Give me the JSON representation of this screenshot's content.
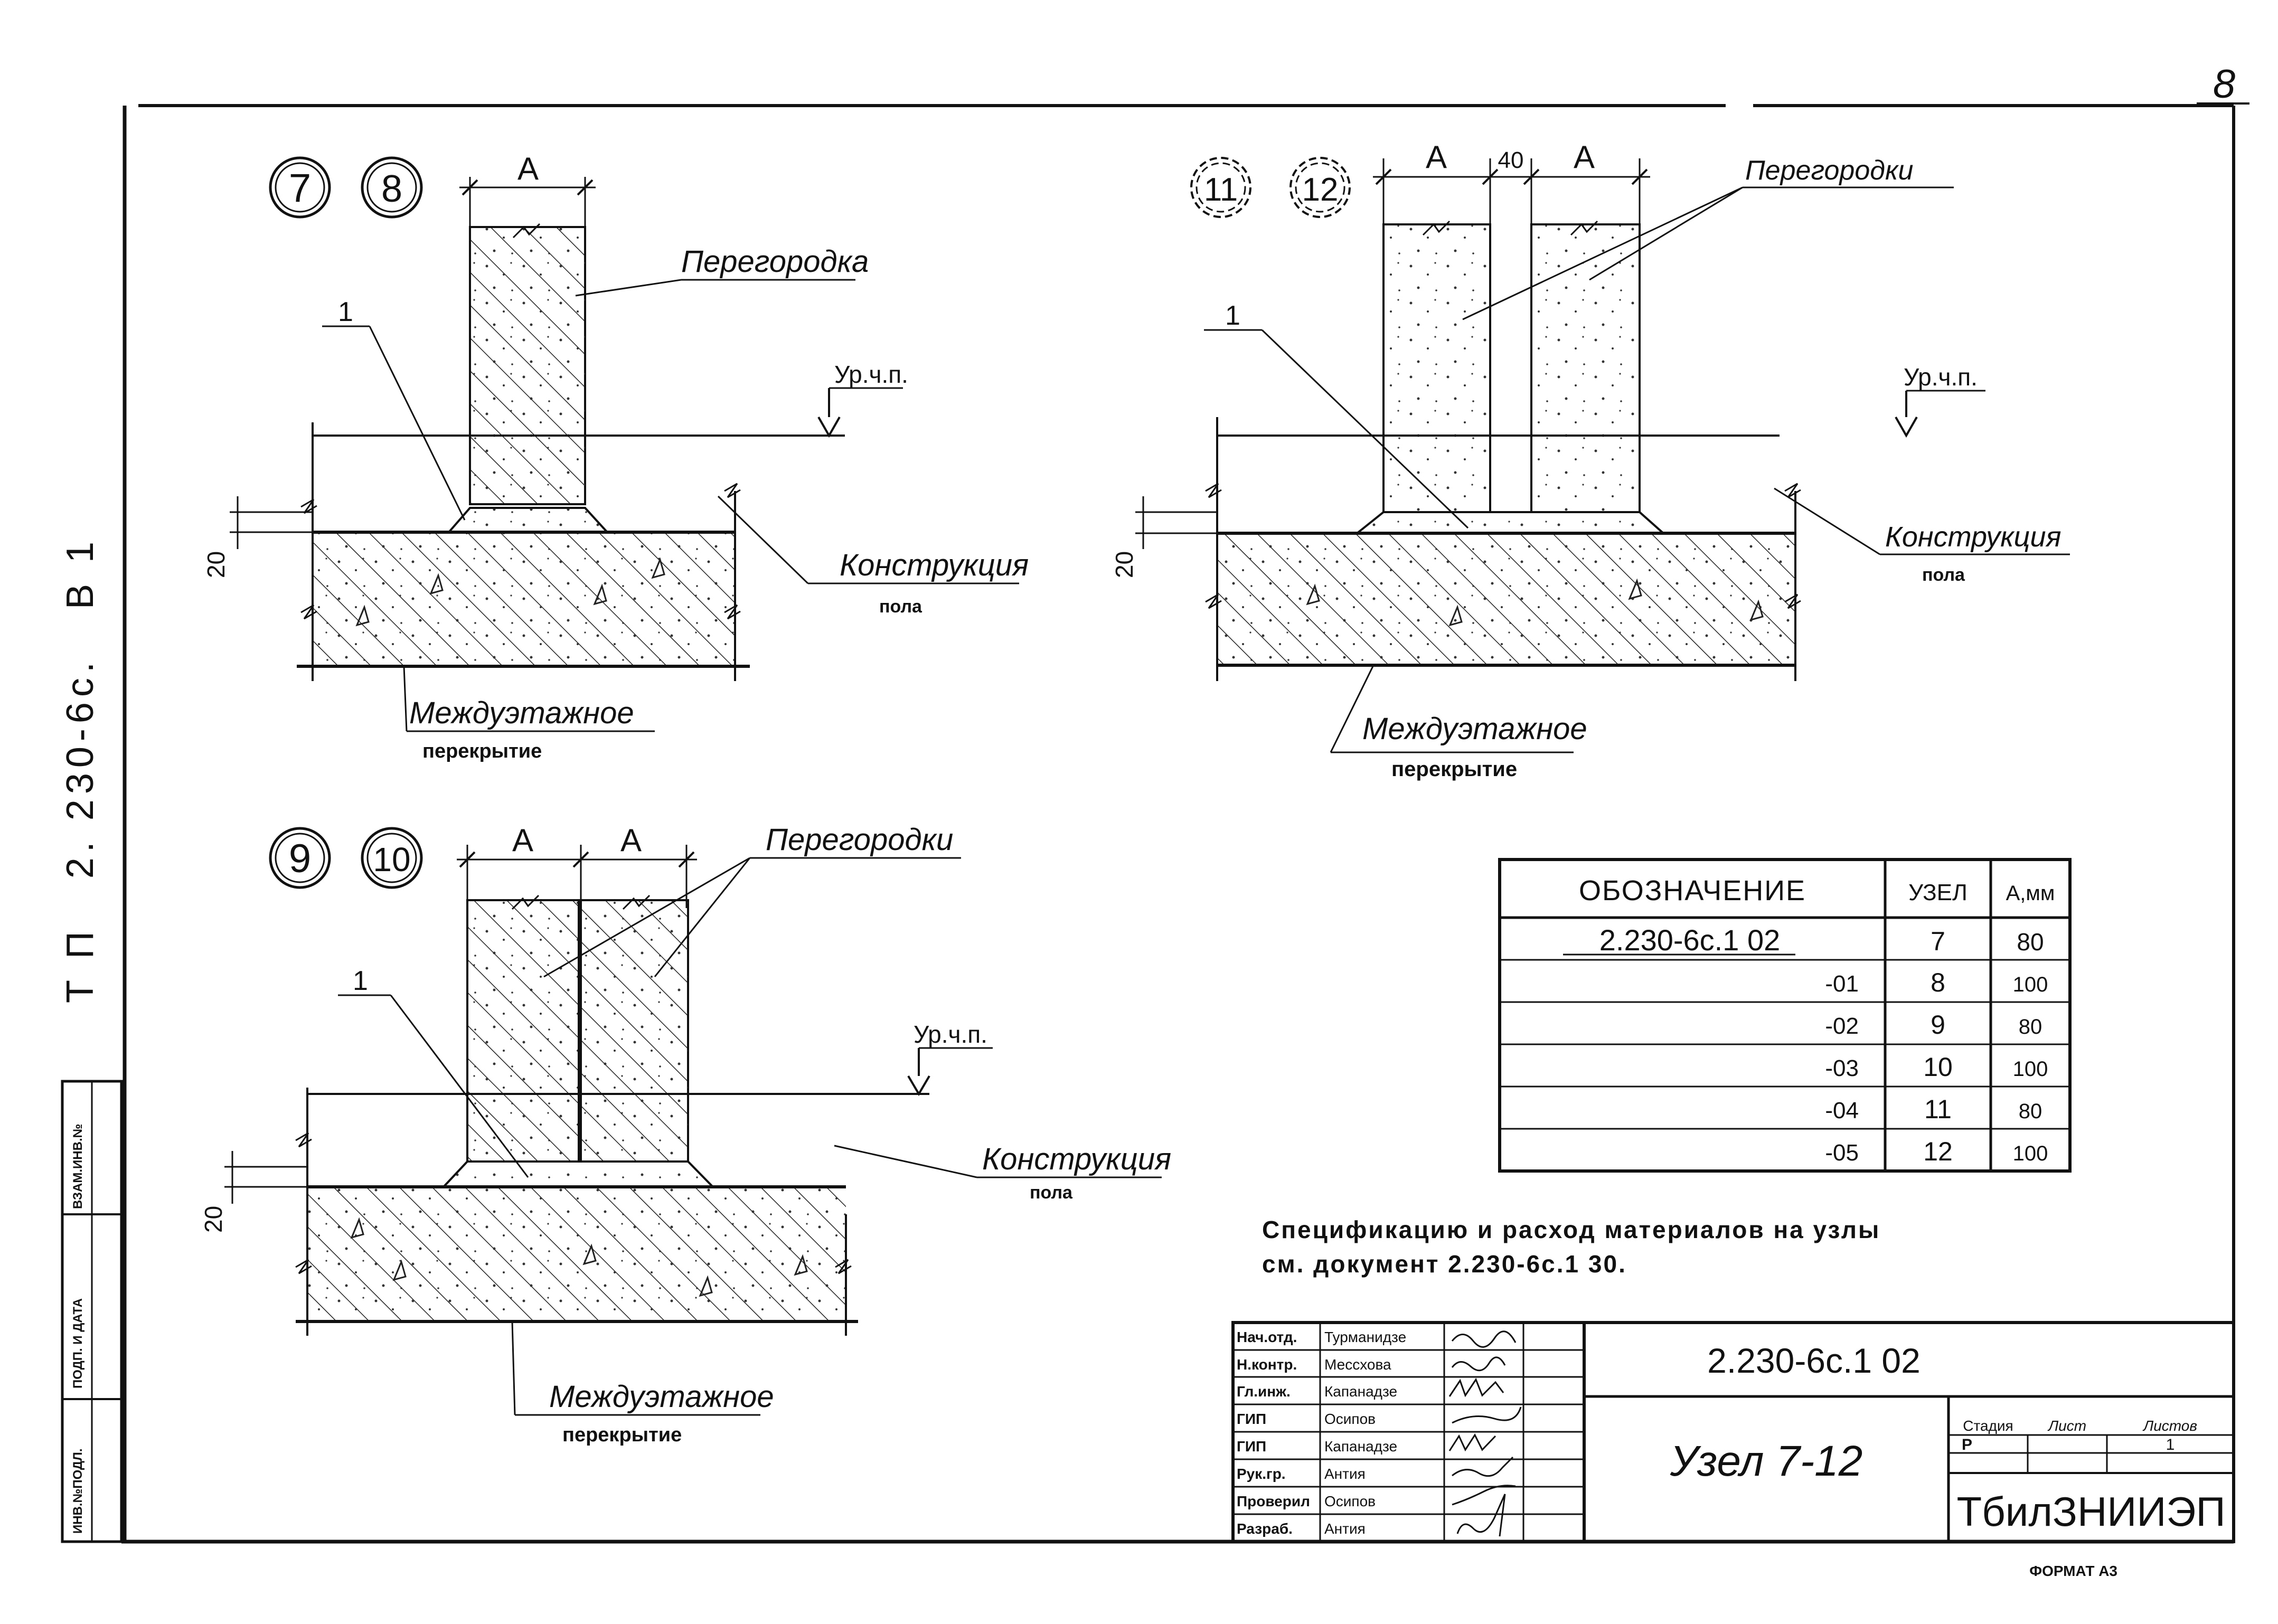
{
  "page": {
    "sheet_number": "8",
    "format": "ФОРМАТ А3"
  },
  "side_code": {
    "text": "Т П   2. 230-6с.   В 1"
  },
  "side_stamp": {
    "col1": "ВЗАМ.ИНВ.№",
    "col2": "ПОДП. И ДАТА",
    "col3": "ИНВ.№ПОДЛ."
  },
  "details": {
    "d78": {
      "nums": [
        "7",
        "8"
      ],
      "dim_a": "А",
      "pos": "1",
      "label_partition": "Перегородка",
      "level": "Ур.ч.п.",
      "label_floor_1": "Конструкция",
      "label_floor_2": "пола",
      "label_slab_1": "Междуэтажное",
      "label_slab_2": "перекрытие",
      "dim_20": "20"
    },
    "d910": {
      "nums": [
        "9",
        "10"
      ],
      "dim_a1": "А",
      "dim_a2": "А",
      "pos": "1",
      "label_partition": "Перегородки",
      "level": "Ур.ч.п.",
      "label_floor_1": "Конструкция",
      "label_floor_2": "пола",
      "label_slab_1": "Междуэтажное",
      "label_slab_2": "перекрытие",
      "dim_20": "20"
    },
    "d1112": {
      "nums": [
        "11",
        "12"
      ],
      "dim_a1": "А",
      "dim_40": "40",
      "dim_a2": "А",
      "pos": "1",
      "label_partition": "Перегородки",
      "level": "Ур.ч.п.",
      "label_floor_1": "Конструкция",
      "label_floor_2": "пола",
      "label_slab_1": "Междуэтажное",
      "label_slab_2": "перекрытие",
      "dim_20": "20"
    }
  },
  "spec_table": {
    "headers": [
      "ОБОЗНАЧЕНИЕ",
      "УЗЕЛ",
      "А,мм"
    ],
    "rows": [
      [
        "2.230-6с.1 02",
        "7",
        "80"
      ],
      [
        "-01",
        "8",
        "100"
      ],
      [
        "-02",
        "9",
        "80"
      ],
      [
        "-03",
        "10",
        "100"
      ],
      [
        "-04",
        "11",
        "80"
      ],
      [
        "-05",
        "12",
        "100"
      ]
    ]
  },
  "note": {
    "line1": "Спецификацию и расход материалов на узлы",
    "line2": "см. документ 2.230-6с.1 30."
  },
  "title_block": {
    "code": "2.230-6с.1 02",
    "title": "Узел 7-12",
    "stage_label": "Стадия",
    "sheet_label": "Лист",
    "sheets_label": "Листов",
    "stage": "Р",
    "sheet": "",
    "sheets": "1",
    "org": "ТбилЗНИИЭП",
    "roles": [
      [
        "Нач.отд.",
        "Турманидзе"
      ],
      [
        "Н.контр.",
        "Мессхова"
      ],
      [
        "Гл.инж.",
        "Капанадзе"
      ],
      [
        "ГИП",
        "Осипов"
      ],
      [
        "ГИП",
        "Капанадзе"
      ],
      [
        "Рук.гр.",
        "Антия"
      ],
      [
        "Проверил",
        "Осипов"
      ],
      [
        "Разраб.",
        "Антия"
      ]
    ]
  }
}
